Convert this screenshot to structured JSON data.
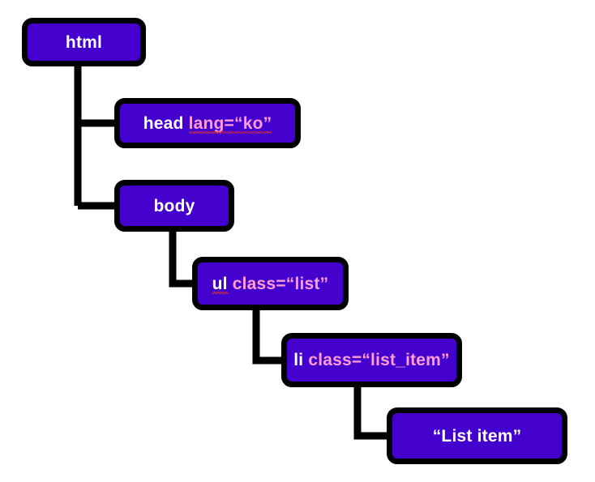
{
  "diagram": {
    "title": "HTML DOM tree diagram",
    "type": "tree",
    "colors": {
      "node_fill": "#4400cc",
      "node_border": "#000000",
      "tag_text": "#ffffff",
      "attribute_text": "#ff9dd8",
      "connector": "#000000",
      "background": "#ffffff",
      "spellcheck_underline": "#e03030"
    },
    "nodes": [
      {
        "id": "html",
        "tag": "html",
        "attribute": "",
        "full_label": "html",
        "misspelled": false,
        "parent": null
      },
      {
        "id": "head",
        "tag": "head",
        "attribute": "lang=“ko”",
        "full_label": "head lang=“ko”",
        "misspelled": true,
        "misspelled_word": "ko",
        "parent": "html"
      },
      {
        "id": "body",
        "tag": "body",
        "attribute": "",
        "full_label": "body",
        "misspelled": false,
        "parent": "html"
      },
      {
        "id": "ul",
        "tag": "ul",
        "attribute": "class=“list”",
        "full_label": "ul class=“list”",
        "misspelled": true,
        "misspelled_word": "ul",
        "parent": "body"
      },
      {
        "id": "li",
        "tag": "li",
        "attribute": "class=“list_item”",
        "full_label": "li class=“list_item”",
        "misspelled": false,
        "parent": "ul"
      },
      {
        "id": "text-value",
        "tag": "“List item”",
        "attribute": "",
        "full_label": "“List item”",
        "misspelled": false,
        "parent": "li"
      }
    ],
    "edges": [
      {
        "from": "html",
        "to": "head"
      },
      {
        "from": "html",
        "to": "body"
      },
      {
        "from": "body",
        "to": "ul"
      },
      {
        "from": "ul",
        "to": "li"
      },
      {
        "from": "li",
        "to": "text-value"
      }
    ]
  }
}
